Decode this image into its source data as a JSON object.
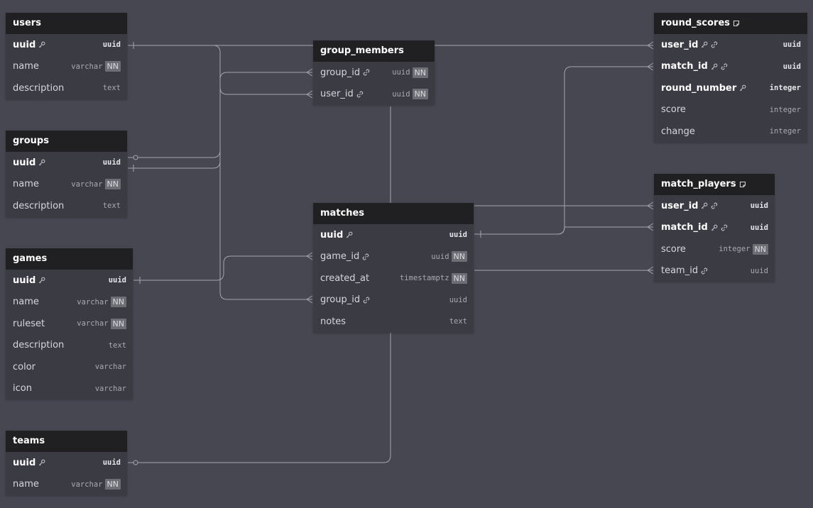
{
  "tables": {
    "users": {
      "name": "users",
      "rows": [
        {
          "name": "uuid",
          "type": "uuid",
          "pk": true
        },
        {
          "name": "name",
          "type": "varchar",
          "nn": "NN"
        },
        {
          "name": "description",
          "type": "text"
        }
      ]
    },
    "groups": {
      "name": "groups",
      "rows": [
        {
          "name": "uuid",
          "type": "uuid",
          "pk": true
        },
        {
          "name": "name",
          "type": "varchar",
          "nn": "NN"
        },
        {
          "name": "description",
          "type": "text"
        }
      ]
    },
    "games": {
      "name": "games",
      "rows": [
        {
          "name": "uuid",
          "type": "uuid",
          "pk": true
        },
        {
          "name": "name",
          "type": "varchar",
          "nn": "NN"
        },
        {
          "name": "ruleset",
          "type": "varchar",
          "nn": "NN"
        },
        {
          "name": "description",
          "type": "text"
        },
        {
          "name": "color",
          "type": "varchar"
        },
        {
          "name": "icon",
          "type": "varchar"
        }
      ]
    },
    "teams": {
      "name": "teams",
      "rows": [
        {
          "name": "uuid",
          "type": "uuid",
          "pk": true
        },
        {
          "name": "name",
          "type": "varchar",
          "nn": "NN"
        }
      ]
    },
    "group_members": {
      "name": "group_members",
      "rows": [
        {
          "name": "group_id",
          "type": "uuid",
          "nn": "NN",
          "fk": true
        },
        {
          "name": "user_id",
          "type": "uuid",
          "nn": "NN",
          "fk": true
        }
      ]
    },
    "matches": {
      "name": "matches",
      "rows": [
        {
          "name": "uuid",
          "type": "uuid",
          "pk": true
        },
        {
          "name": "game_id",
          "type": "uuid",
          "nn": "NN",
          "fk": true
        },
        {
          "name": "created_at",
          "type": "timestamptz",
          "nn": "NN"
        },
        {
          "name": "group_id",
          "type": "uuid",
          "fk": true
        },
        {
          "name": "notes",
          "type": "text"
        }
      ]
    },
    "round_scores": {
      "name": "round_scores",
      "note_icon": true,
      "rows": [
        {
          "name": "user_id",
          "type": "uuid",
          "pk": true,
          "fk": true
        },
        {
          "name": "match_id",
          "type": "uuid",
          "pk": true,
          "fk": true
        },
        {
          "name": "round_number",
          "type": "integer",
          "pk": true
        },
        {
          "name": "score",
          "type": "integer"
        },
        {
          "name": "change",
          "type": "integer"
        }
      ]
    },
    "match_players": {
      "name": "match_players",
      "note_icon": true,
      "rows": [
        {
          "name": "user_id",
          "type": "uuid",
          "pk": true,
          "fk": true,
          "plain": true
        },
        {
          "name": "match_id",
          "type": "uuid",
          "pk": true,
          "fk": true,
          "plain": true
        },
        {
          "name": "score",
          "type": "integer",
          "nn": "NN"
        },
        {
          "name": "team_id",
          "type": "uuid",
          "fk": true
        }
      ]
    }
  },
  "colors": {
    "background": "#474752",
    "table_body": "#3b3b43",
    "table_header": "#202022",
    "edge": "#a4a4ac"
  },
  "icons": {
    "primary_key": "key-icon",
    "foreign_key": "link-icon",
    "note": "note-icon"
  }
}
